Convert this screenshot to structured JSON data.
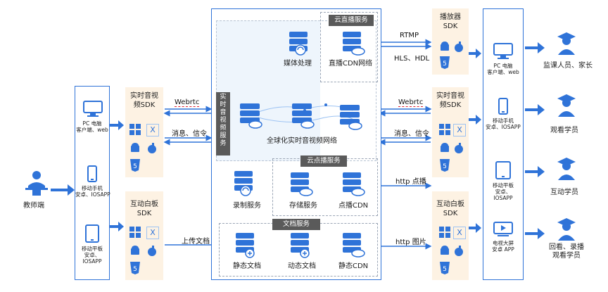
{
  "teacher": {
    "label": "教师端"
  },
  "left_clients": [
    {
      "icon": "pc-icon",
      "label": "PC 电脑\n客户端、web"
    },
    {
      "icon": "phone-icon",
      "label": "移动手机\n安卓、IOSAPP"
    },
    {
      "icon": "tablet-icon",
      "label": "移动平板\n安卓、\nIOSAPP"
    }
  ],
  "left_sdks": [
    {
      "title": "实时音视\n频SDK"
    },
    {
      "title": "互动白板\nSDK"
    }
  ],
  "right_sdks": [
    {
      "title": "播放器\nSDK"
    },
    {
      "title": "实时音视\n频SDK"
    },
    {
      "title": "互动白板\nSDK"
    }
  ],
  "center": {
    "rtc_vertical": "实\n时\n音\n视\n频\n服\n务",
    "cloud_live": "云直播服务",
    "media_process": "媒体处理",
    "live_cdn": "直播CDN网络",
    "global_network": "全球化实时音视频网络",
    "cloud_vod": "云点播服务",
    "record": "录制服务",
    "storage": "存储服务",
    "vod_cdn": "点播CDN",
    "doc_service": "文档服务",
    "static_doc": "静态文档",
    "dynamic_doc": "动态文档",
    "static_cdn": "静态CDN"
  },
  "links_left": {
    "webrtc": "Webrtc",
    "msg": "消息、信令",
    "upload": "上传文档"
  },
  "links_right": {
    "rtmp": "RTMP",
    "hls": "HLS、HDL",
    "webrtc": "Webrtc",
    "msg": "消息、信令",
    "http_vod": "http 点播",
    "http_img": "http 图片"
  },
  "right_clients": [
    {
      "icon": "pc-icon",
      "label": "PC 电脑\n客户端、web"
    },
    {
      "icon": "phone-icon",
      "label": "移动手机\n安卓、IOSAPP"
    },
    {
      "icon": "tablet-icon",
      "label": "移动平板\n安卓、\nIOSAPP"
    },
    {
      "icon": "tv-icon",
      "label": "电视大屏\n安卓 APP"
    }
  ],
  "users": [
    {
      "label": "监课人员、家长"
    },
    {
      "label": "观看学员"
    },
    {
      "label": "互动学员"
    },
    {
      "label": "回看、录播\n观看学员"
    }
  ],
  "colors": {
    "blue": "#2f73d8",
    "sdk_bg": "#fdf2e3",
    "tag": "#5a5a5a"
  }
}
